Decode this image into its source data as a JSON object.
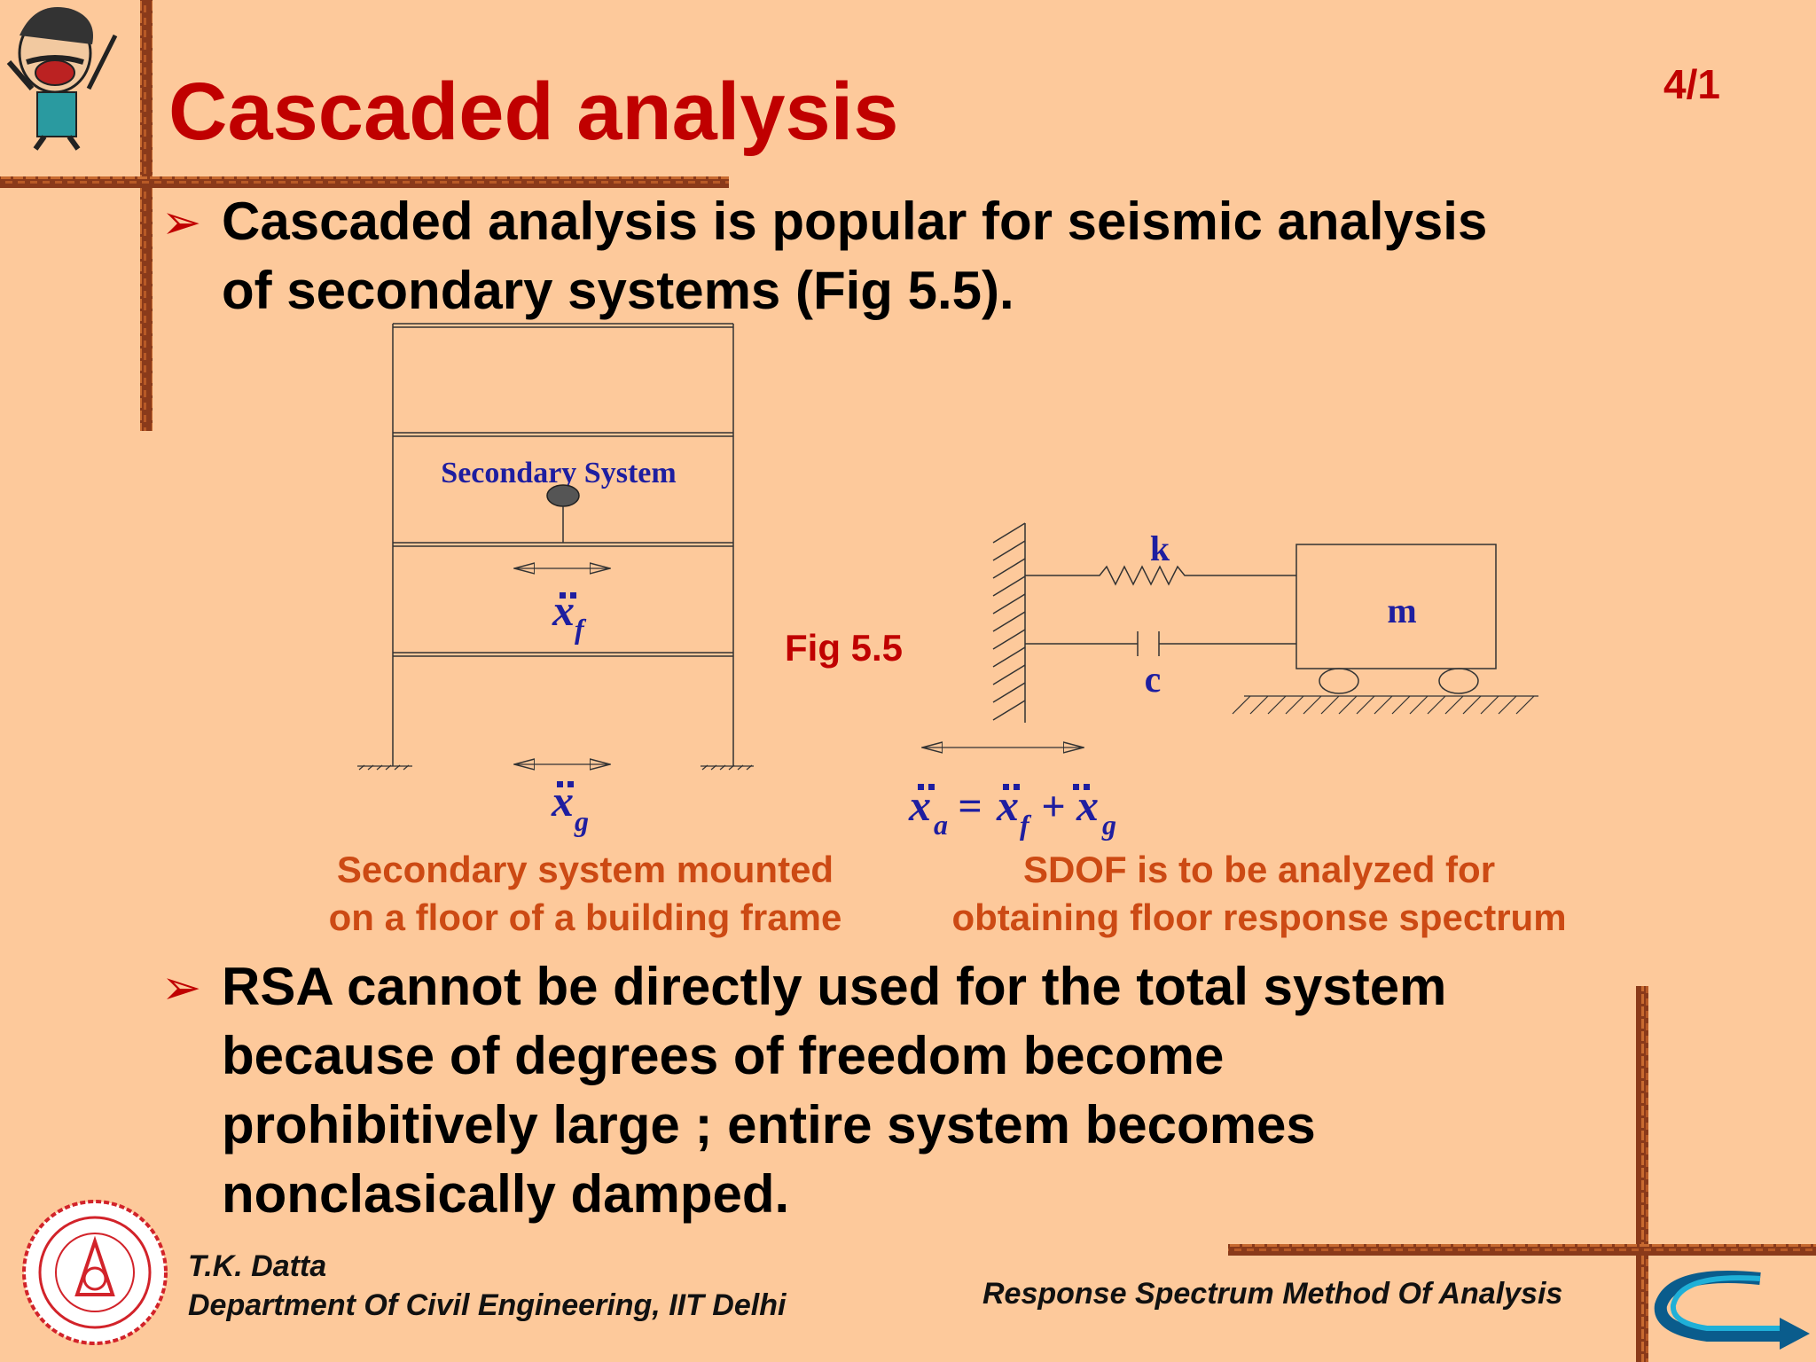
{
  "slide": {
    "title": "Cascaded analysis",
    "page_number": "4/1",
    "bullet_marker": "➢",
    "bullets": [
      {
        "lines": [
          "Cascaded analysis is popular for seismic analysis",
          "of  secondary systems (Fig 5.5)."
        ]
      },
      {
        "lines": [
          "RSA cannot be directly used for the total system",
          "because of  degrees of freedom become",
          "prohibitively large ; entire system becomes",
          "nonclasically damped."
        ]
      }
    ]
  },
  "figure": {
    "label": "Fig 5.5",
    "secondary_system_label": "Secondary System",
    "floor_accel_label": "x",
    "floor_accel_sub": "f",
    "ground_accel_label": "x",
    "ground_accel_sub": "g",
    "spring_label": "k",
    "damper_label": "c",
    "mass_label": "m",
    "equation": {
      "lhs": "x",
      "lhs_sub": "a",
      "equals": "=",
      "t1": "x",
      "t1_sub": "f",
      "plus": "+",
      "t2": "x",
      "t2_sub": "g"
    },
    "caption_left": [
      "Secondary system mounted",
      "on a floor of a building frame"
    ],
    "caption_right": [
      "SDOF is to be analyzed for",
      "obtaining floor response spectrum"
    ]
  },
  "footer": {
    "author": "T.K. Datta",
    "department": "Department Of Civil Engineering, IIT Delhi",
    "course": "Response Spectrum Method Of Analysis"
  },
  "colors": {
    "background": "#fdc99b",
    "title": "#c00000",
    "caption": "#cc4a14",
    "math": "#1e1ea0"
  }
}
